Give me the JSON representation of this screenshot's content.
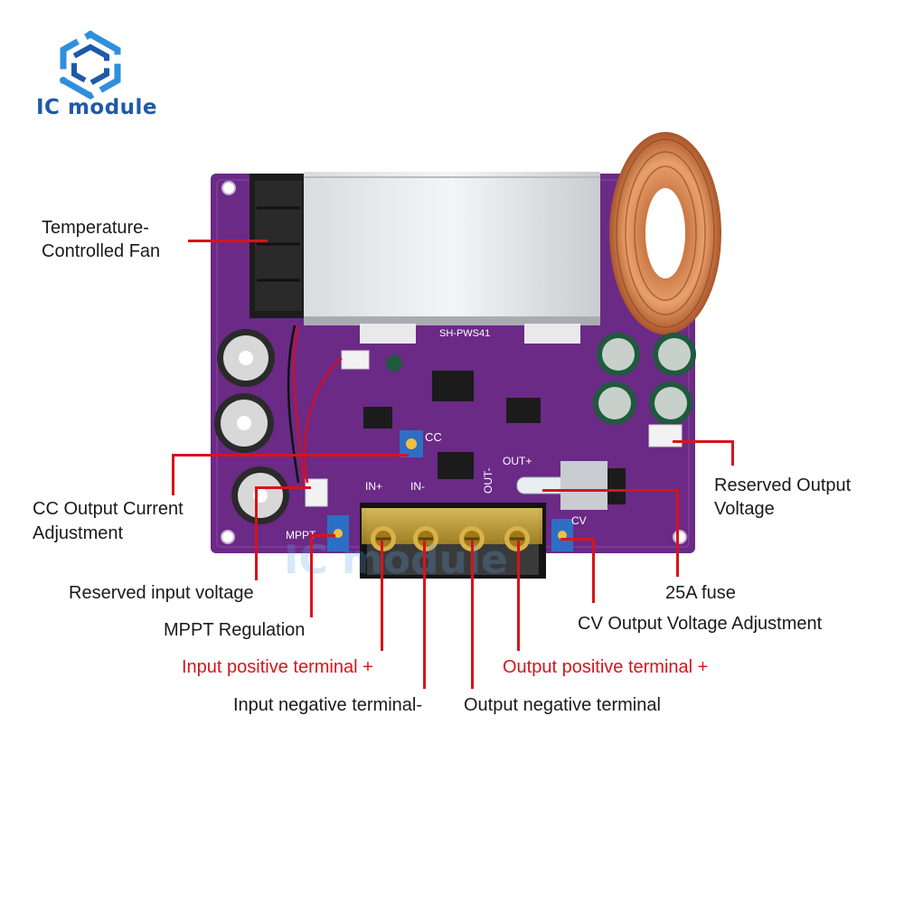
{
  "brand": {
    "name": "IC module",
    "watermark": "IC module",
    "color": "#1e5aa8"
  },
  "board": {
    "silkscreen_model": "SH-PWS41",
    "silk_cc": "CC",
    "silk_cv": "CV",
    "silk_mppt": "MPPT",
    "silk_in_plus": "IN+",
    "silk_in_minus": "IN-",
    "silk_out_plus": "OUT+",
    "silk_out_minus": "OUT-",
    "pcb_color": "#6a2a86"
  },
  "labels": {
    "fan_line1": "Temperature-",
    "fan_line2": "Controlled Fan",
    "cc_line1": "CC Output Current",
    "cc_line2": "Adjustment",
    "reserved_input": "Reserved input voltage",
    "mppt": "MPPT Regulation",
    "input_positive": "Input positive terminal +",
    "input_negative": "Input negative terminal-",
    "reserved_output_line1": "Reserved Output",
    "reserved_output_line2": "Voltage",
    "fuse": "25A fuse",
    "cv": "CV Output Voltage Adjustment",
    "output_positive": "Output positive terminal +",
    "output_negative": "Output negative terminal"
  },
  "colors": {
    "leader_line": "#d7141a",
    "highlight_text": "#d7141a",
    "text": "#1a1a1a"
  }
}
